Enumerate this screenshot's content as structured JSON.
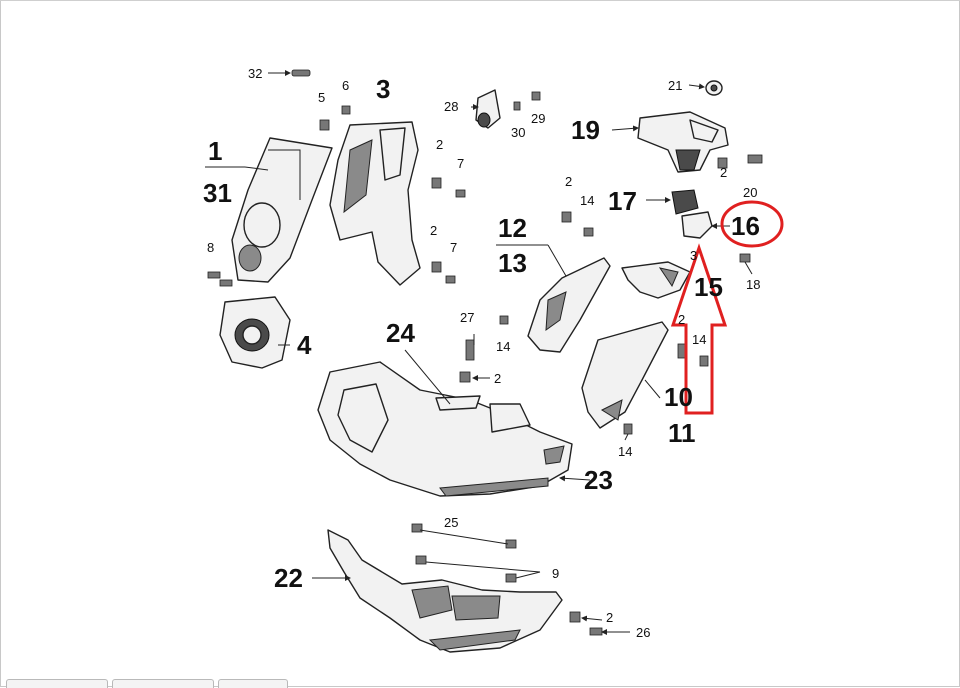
{
  "diagram": {
    "callouts": [
      {
        "id": "c1",
        "text": "1"
      },
      {
        "id": "c31",
        "text": "31"
      },
      {
        "id": "c3",
        "text": "3"
      },
      {
        "id": "c4",
        "text": "4"
      },
      {
        "id": "c5",
        "text": "5"
      },
      {
        "id": "c6",
        "text": "6"
      },
      {
        "id": "c32",
        "text": "32"
      },
      {
        "id": "c8",
        "text": "8"
      },
      {
        "id": "c2a",
        "text": "2"
      },
      {
        "id": "c7a",
        "text": "7"
      },
      {
        "id": "c2b",
        "text": "2"
      },
      {
        "id": "c7b",
        "text": "7"
      },
      {
        "id": "c28",
        "text": "28"
      },
      {
        "id": "c30",
        "text": "30"
      },
      {
        "id": "c29",
        "text": "29"
      },
      {
        "id": "c21",
        "text": "21"
      },
      {
        "id": "c19",
        "text": "19"
      },
      {
        "id": "c17",
        "text": "17"
      },
      {
        "id": "c2c",
        "text": "2"
      },
      {
        "id": "c14a",
        "text": "14"
      },
      {
        "id": "c2d",
        "text": "2"
      },
      {
        "id": "c20",
        "text": "20"
      },
      {
        "id": "c16",
        "text": "16"
      },
      {
        "id": "c12",
        "text": "12"
      },
      {
        "id": "c13",
        "text": "13"
      },
      {
        "id": "c3b",
        "text": "3"
      },
      {
        "id": "c15",
        "text": "15"
      },
      {
        "id": "c18",
        "text": "18"
      },
      {
        "id": "c27",
        "text": "27"
      },
      {
        "id": "c14b",
        "text": "14"
      },
      {
        "id": "c24",
        "text": "24"
      },
      {
        "id": "c2e",
        "text": "2"
      },
      {
        "id": "c10",
        "text": "10"
      },
      {
        "id": "c11",
        "text": "11"
      },
      {
        "id": "c2f",
        "text": "2"
      },
      {
        "id": "c14c",
        "text": "14"
      },
      {
        "id": "c14d",
        "text": "14"
      },
      {
        "id": "c23",
        "text": "23"
      },
      {
        "id": "c25",
        "text": "25"
      },
      {
        "id": "c22",
        "text": "22"
      },
      {
        "id": "c9",
        "text": "9"
      },
      {
        "id": "c2g",
        "text": "2"
      },
      {
        "id": "c26",
        "text": "26"
      }
    ],
    "highlight": {
      "color": "#e02020"
    },
    "part_fill": "#f2f2f2",
    "part_stroke": "#222222"
  }
}
